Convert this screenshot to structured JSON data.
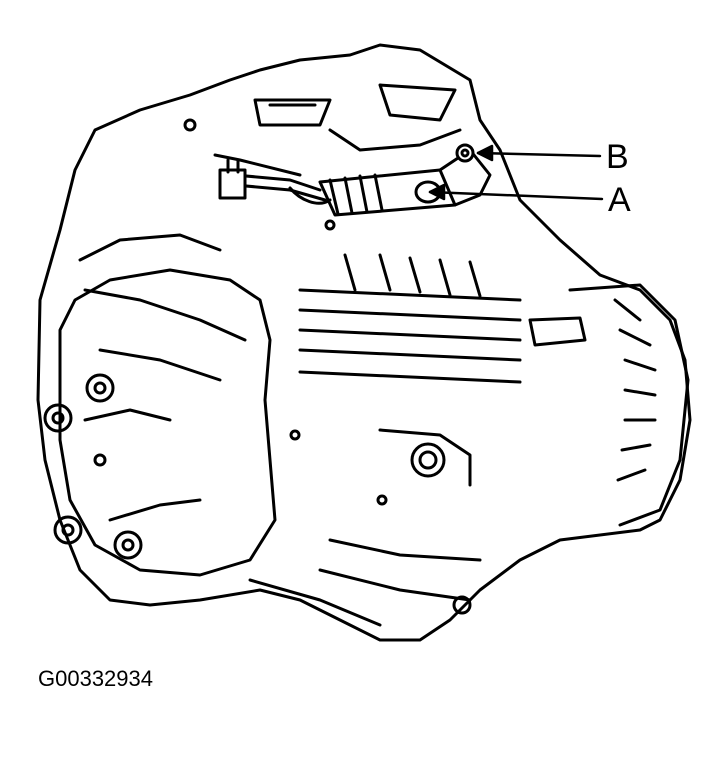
{
  "callouts": {
    "b": "B",
    "a": "A"
  },
  "figure_id": "G00332934",
  "colors": {
    "ink": "#000000",
    "paper": "#ffffff"
  },
  "icons": [
    "transmission-drawing",
    "slave-cylinder",
    "bleeder-valve",
    "arrow"
  ]
}
